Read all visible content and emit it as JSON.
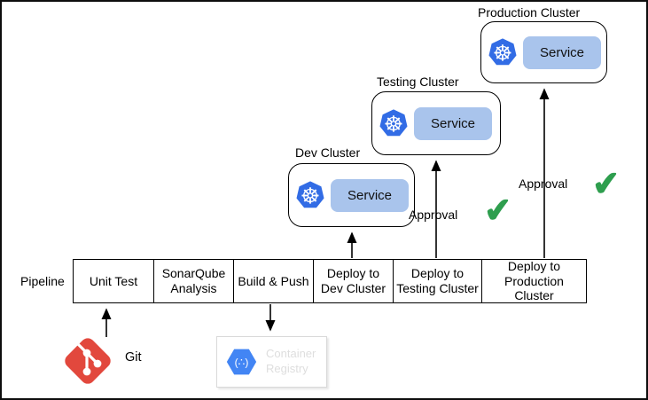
{
  "pipeline": {
    "label": "Pipeline",
    "stages": [
      "Unit Test",
      "SonarQube Analysis",
      "Build & Push",
      "Deploy to Dev Cluster",
      "Deploy to Testing Cluster",
      "Deploy to Production Cluster"
    ]
  },
  "clusters": [
    {
      "title": "Dev Cluster",
      "service": "Service"
    },
    {
      "title": "Testing Cluster",
      "service": "Service"
    },
    {
      "title": "Production Cluster",
      "service": "Service"
    }
  ],
  "approvals": [
    {
      "label": "Approval"
    },
    {
      "label": "Approval"
    }
  ],
  "git": {
    "label": "Git"
  },
  "registry": {
    "label_line1": "Container",
    "label_line2": "Registry"
  },
  "icons": {
    "kubernetes_wheel": "☸",
    "check_glyph": "✔",
    "registry_glyph": "(∴)"
  },
  "colors": {
    "kubernetes_blue": "#326CE5",
    "service_fill": "#A9C4EC",
    "git_red": "#E2483D",
    "check_green": "#2E9E4E",
    "registry_blue": "#4285F4",
    "line": "#000000"
  }
}
